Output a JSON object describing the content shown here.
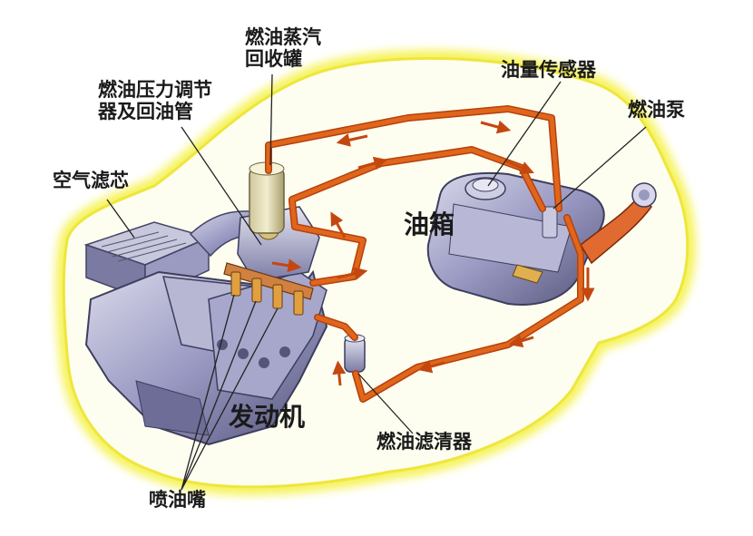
{
  "labels": {
    "vapor_canister": "燃油蒸汽\n回收罐",
    "pressure_regulator": "燃油压力调节\n器及回油管",
    "air_filter": "空气滤芯",
    "fuel_level_sensor": "油量传感器",
    "fuel_pump": "燃油泵",
    "fuel_tank": "油箱",
    "engine": "发动机",
    "fuel_filter": "燃油滤清器",
    "injectors": "喷油嘴"
  },
  "colors": {
    "fuel_line": "#e0661c",
    "fuel_line_dark": "#b5410b",
    "car_outline": "#f4f246",
    "component_metal": "#8f8fb8"
  }
}
